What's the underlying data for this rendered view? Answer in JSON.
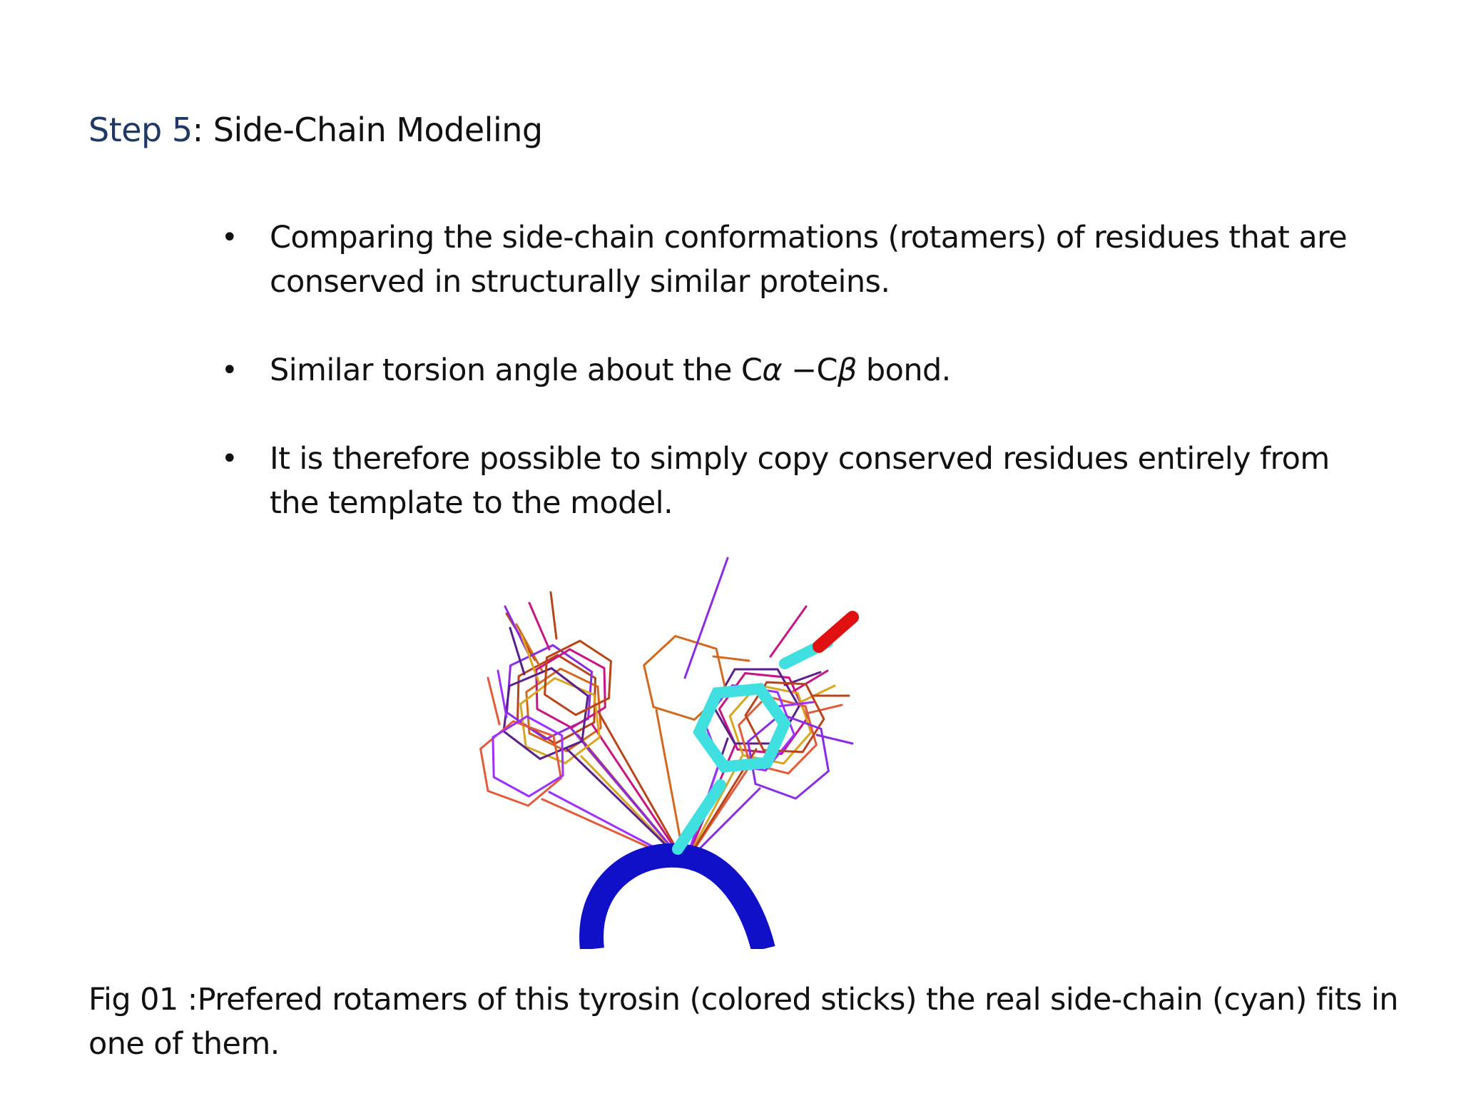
{
  "slide": {
    "title": {
      "step": "Step 5",
      "rest": ": Side-Chain Modeling"
    },
    "bullets": [
      {
        "text": "Comparing the side-chain conformations (rotamers) of residues that are conserved in structurally similar proteins."
      },
      {
        "before": "Similar torsion angle about the C",
        "alpha": "α",
        "middle": " −C",
        "beta": "β",
        "after": " bond."
      },
      {
        "text": "It is therefore possible to simply copy conserved residues entirely from the template to the model."
      }
    ],
    "caption": "Fig 01 :Prefered rotamers of this tyrosin (colored sticks) the real side-chain (cyan) fits in one of them.",
    "figure": {
      "colors": {
        "backbone": "#1010c8",
        "real_side_chain": "#40e0e0",
        "oxygen": "#e01010",
        "rotamers": [
          "#b8451a",
          "#d2691e",
          "#8b2be2",
          "#c71585",
          "#daa520",
          "#5a1f8a",
          "#e25c3a",
          "#9b30ff"
        ]
      }
    }
  }
}
